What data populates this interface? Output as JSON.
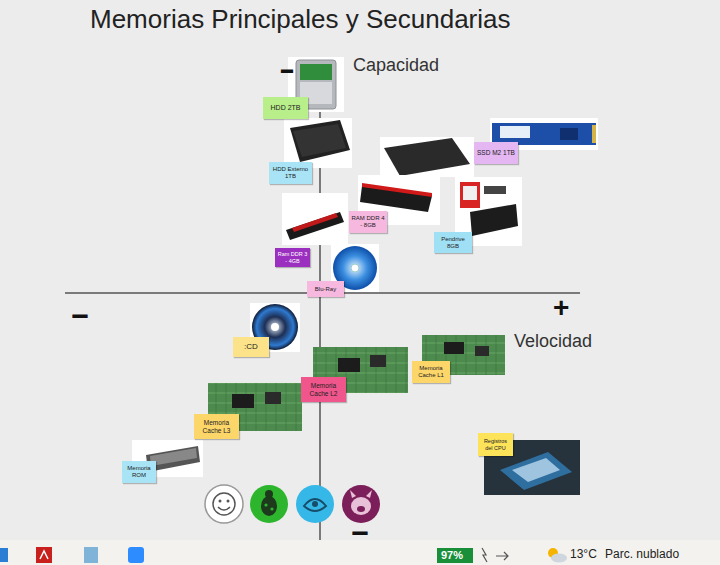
{
  "diagram": {
    "title": "Memorias Principales y Secundarias",
    "nodes": [
      {
        "text": [
          "HDD 2TB"
        ]
      },
      {
        "text": [
          "HDD Externo 1TB"
        ]
      },
      {
        "text": [
          "SSD M2 1TB"
        ]
      },
      {
        "text": [
          "RAM DDR 4 - 8GB"
        ]
      },
      {
        "text": [
          "Pendrive 8GB"
        ]
      },
      {
        "text": [
          "Ram DDR 3 - 4GB"
        ]
      },
      {
        "text": [
          "Blu-Ray"
        ]
      },
      {
        "text": [
          ":CD"
        ]
      },
      {
        "text": [
          "Memoria Cache L1"
        ]
      },
      {
        "text": [
          "Memoria Cache L2"
        ]
      },
      {
        "text": [
          "Memoria Cache L3"
        ]
      },
      {
        "text": [
          "Registros del CPU"
        ]
      },
      {
        "text": [
          "Memoria ROM"
        ]
      }
    ],
    "labels": [
      "-",
      "Capacidad",
      "-",
      "+",
      "Velocidad",
      "-",
      "97%",
      "13°C",
      "Parc. nublado"
    ]
  }
}
